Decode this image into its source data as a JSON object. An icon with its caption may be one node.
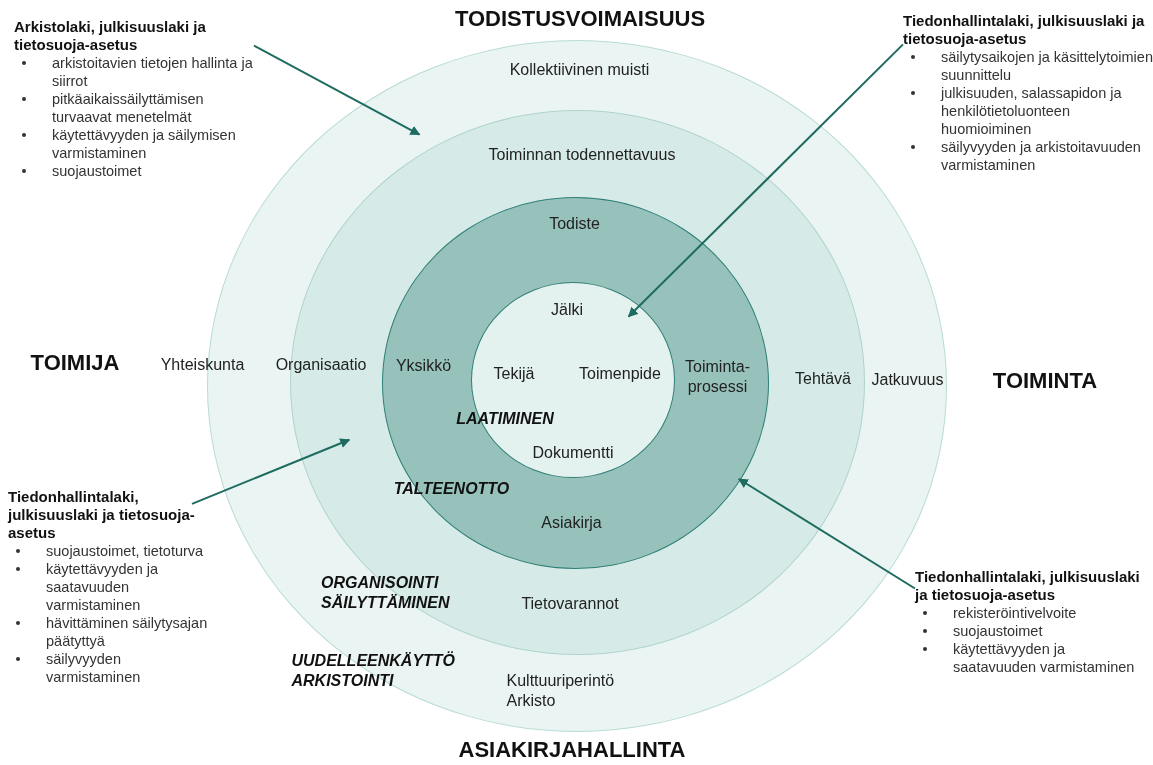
{
  "diagram": {
    "nodes": [
      {
        "text": [
          "Arkistolaki, julkisuuslaki ja tietosuoja-asetus",
          "arkistoitavien tietojen hallinta ja siirrot",
          "pitkäaikaissäilyttämisen turvaavat menetelmät",
          "käytettävyyden ja säilymisen varmistaminen",
          "suojaustoimet"
        ]
      },
      {
        "text": [
          "Kollektiivinen muisti",
          "Yhteiskunta",
          "Jatkuvuus",
          "UUDELLEENKÄYTTÖ ARKISTOINTI",
          "Kulttuuriperintö Arkisto"
        ]
      },
      {
        "text": [
          "Toiminnan todennettavuus",
          "Organisaatio",
          "Tehtävä",
          "ORGANISOINTI SÄILYTTÄMINEN",
          "Tietovarannot"
        ],
        "in": 1
      },
      {
        "text": [
          "Todiste",
          "Yksikkö",
          "Toiminta- prosessi",
          "TALTEENOTTO",
          "Asiakirja"
        ],
        "in": 2
      },
      {
        "text": [
          "Jälki",
          "Tekijä",
          "Toimenpide",
          "LAATIMINEN",
          "Dokumentti"
        ],
        "in": 3
      },
      {
        "text": [
          "Tiedonhallintalaki, julkisuuslaki ja tietosuoja-asetus",
          "säilytysaikojen ja käsittelytoimien suunnittelu",
          "julkisuuden, salassapidon ja henkilötietoluonteen huomioiminen",
          "säilyvyyden ja arkistoitavuuden varmistaminen"
        ]
      },
      {
        "text": [
          "Tiedonhallintalaki, julkisuuslaki ja tietosuoja-asetus",
          "suojaustoimet, tietoturva",
          "käytettävyyden ja saatavuuden varmistaminen",
          "hävittäminen säilytysajan päätyttyä",
          "säilyvyyden varmistaminen"
        ]
      },
      {
        "text": [
          "Tiedonhallintalaki, julkisuuslaki ja tietosuoja-asetus",
          "rekisteröintivelvoite",
          "suojaustoimet",
          "käytettävyyden ja saatavuuden varmistaminen"
        ]
      }
    ],
    "edges": [
      {
        "from": 0,
        "to": 2,
        "arrow": "to"
      },
      {
        "from": 5,
        "to": 4,
        "arrow": "to"
      },
      {
        "from": 6,
        "to": 2,
        "arrow": "to"
      },
      {
        "from": 7,
        "to": 3,
        "arrow": "to"
      }
    ],
    "labels": [
      "TODISTUSVOIMAISUUS",
      "TOIMIJA",
      "TOIMINTA",
      "ASIAKIRJAHALLINTA"
    ]
  }
}
